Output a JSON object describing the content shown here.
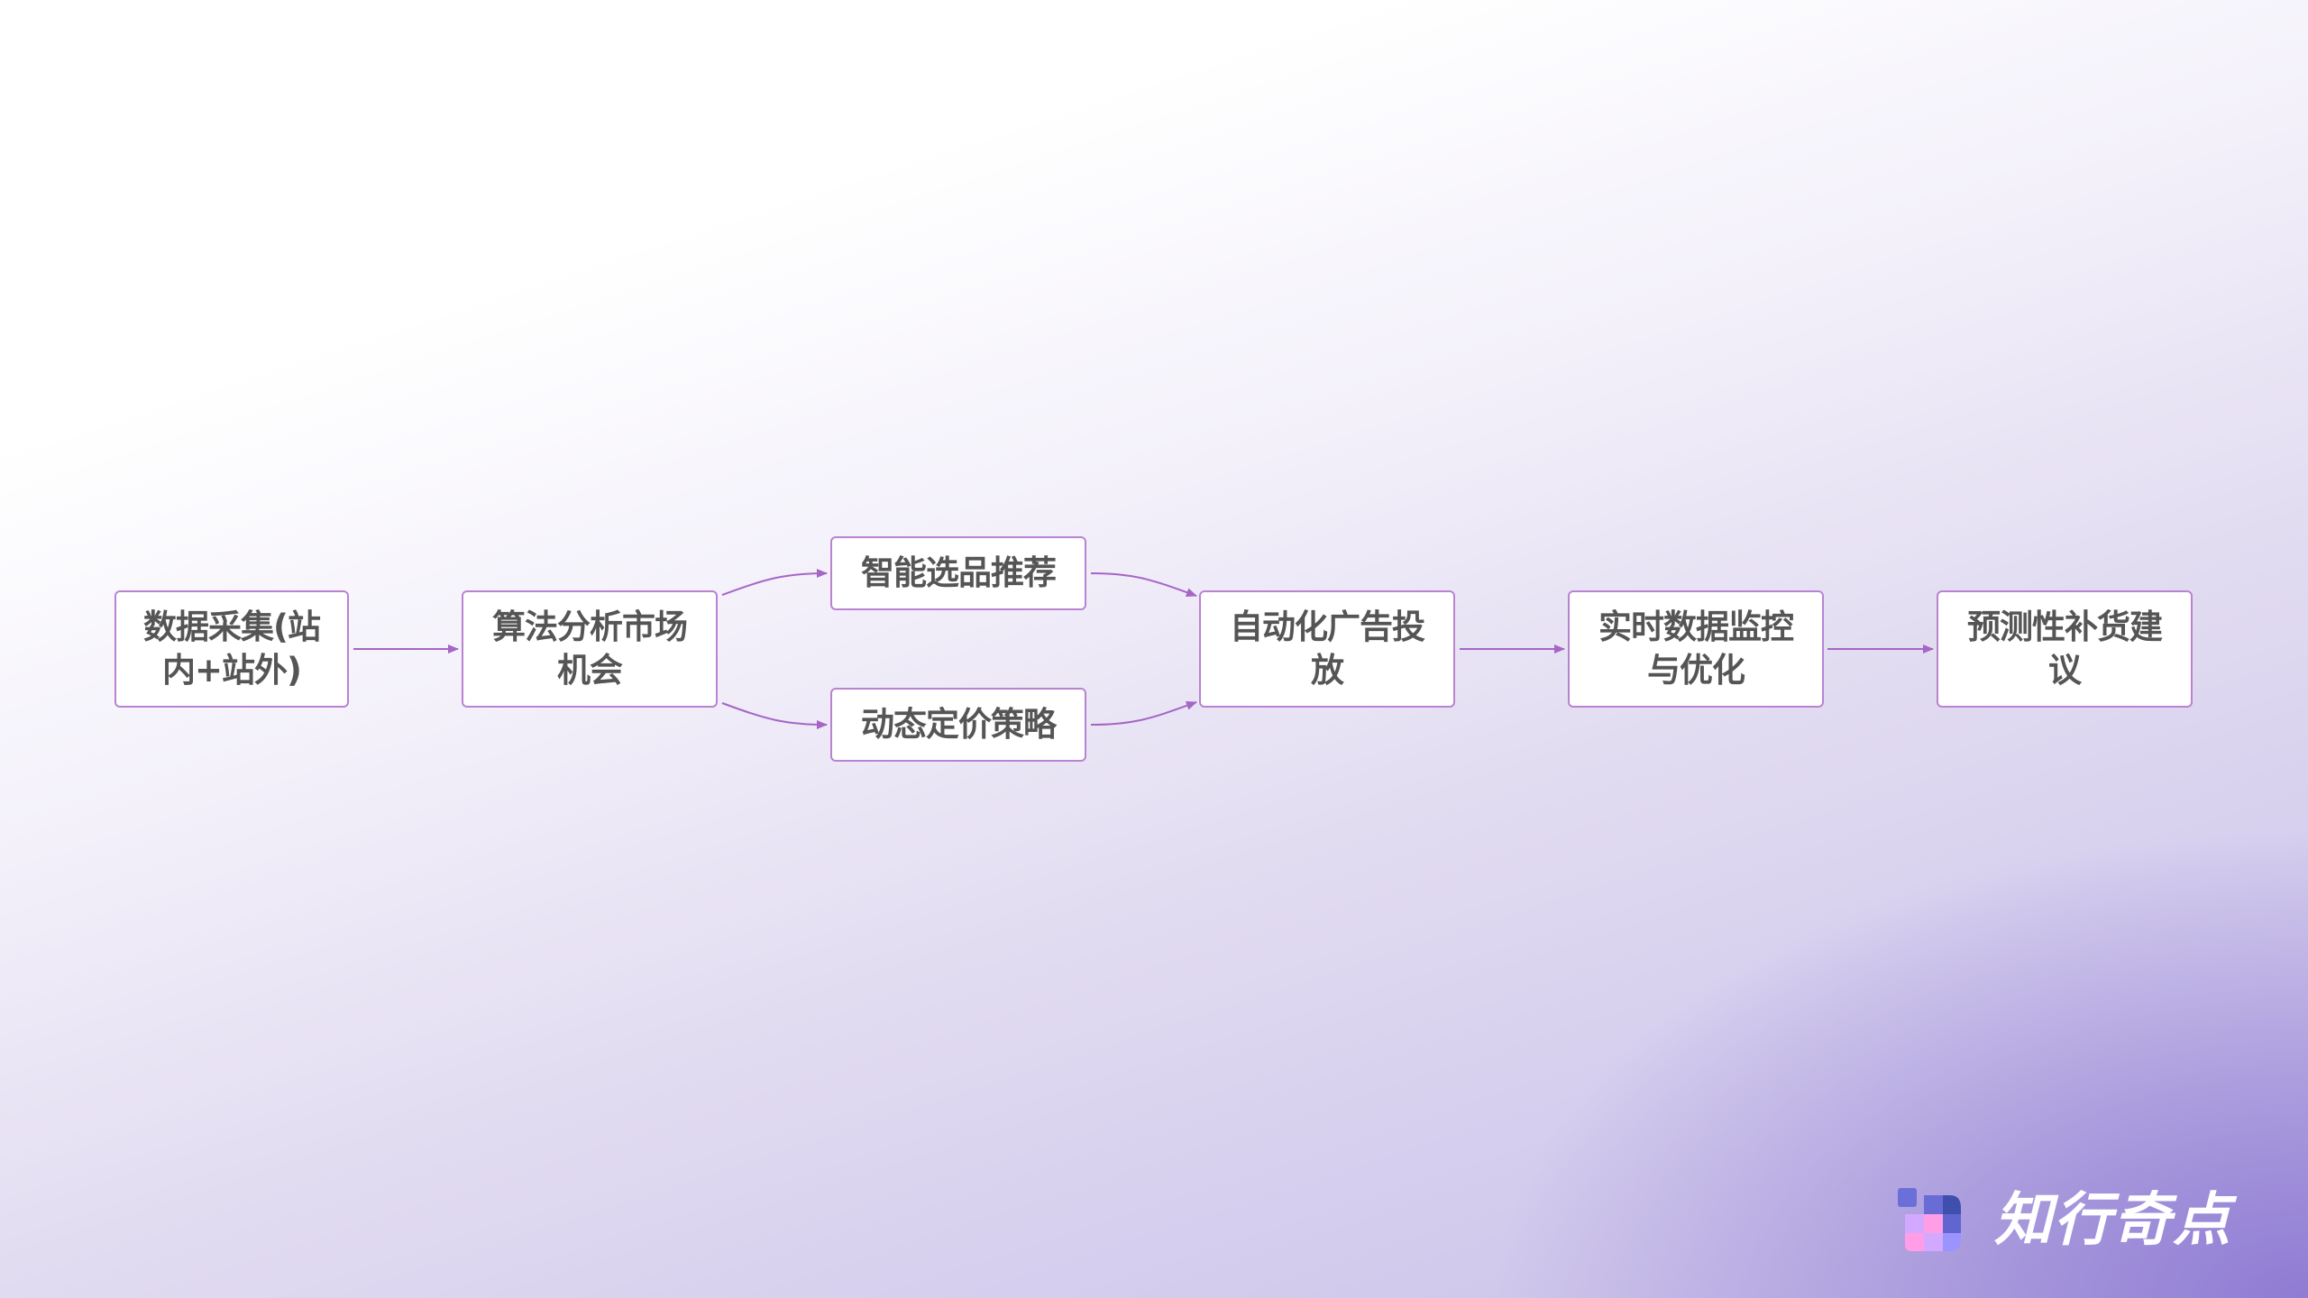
{
  "diagram": {
    "nodes": [
      {
        "id": "n1",
        "label": "数据采集(站内+站外)",
        "line1": "数据采集(站",
        "line2": "内+站外)"
      },
      {
        "id": "n2",
        "label": "算法分析市场机会",
        "line1": "算法分析市场",
        "line2": "机会"
      },
      {
        "id": "n3",
        "label": "智能选品推荐",
        "line1": "智能选品推荐",
        "line2": ""
      },
      {
        "id": "n4",
        "label": "动态定价策略",
        "line1": "动态定价策略",
        "line2": ""
      },
      {
        "id": "n5",
        "label": "自动化广告投放",
        "line1": "自动化广告投",
        "line2": "放"
      },
      {
        "id": "n6",
        "label": "实时数据监控与优化",
        "line1": "实时数据监控",
        "line2": "与优化"
      },
      {
        "id": "n7",
        "label": "预测性补货建议",
        "line1": "预测性补货建",
        "line2": "议"
      }
    ],
    "edges": [
      {
        "from": "n1",
        "to": "n2"
      },
      {
        "from": "n2",
        "to": "n3"
      },
      {
        "from": "n2",
        "to": "n4"
      },
      {
        "from": "n3",
        "to": "n5"
      },
      {
        "from": "n4",
        "to": "n5"
      },
      {
        "from": "n5",
        "to": "n6"
      },
      {
        "from": "n6",
        "to": "n7"
      }
    ],
    "colors": {
      "node_border": "#b983d1",
      "edge": "#a566c4",
      "text": "#555555",
      "node_fill": "#ffffff"
    }
  },
  "brand": {
    "name": "知行奇点",
    "icon": "pixel-grid-logo-icon"
  }
}
